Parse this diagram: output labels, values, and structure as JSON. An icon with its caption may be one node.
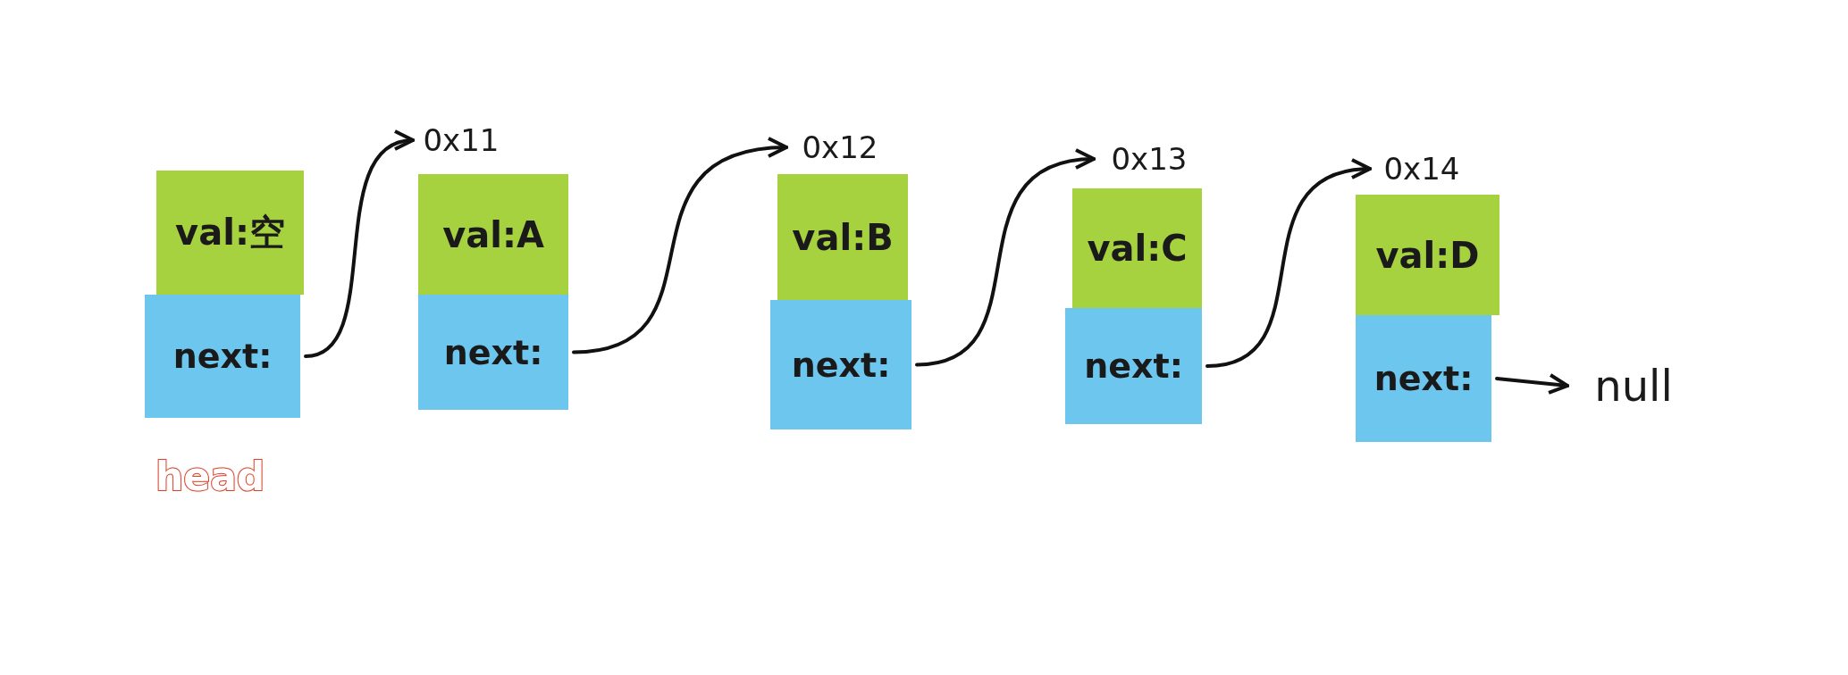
{
  "diagram": {
    "nodes": [
      {
        "text": [
          "val:空"
        ]
      },
      {
        "text": [
          "next:"
        ],
        "beside": [
          "head"
        ]
      },
      {
        "text": [
          "0x11"
        ]
      },
      {
        "text": [
          "val:A"
        ]
      },
      {
        "text": [
          "next:"
        ]
      },
      {
        "text": [
          "0x12"
        ]
      },
      {
        "text": [
          "val:B"
        ]
      },
      {
        "text": [
          "next:"
        ]
      },
      {
        "text": [
          "0x13"
        ]
      },
      {
        "text": [
          "val:C"
        ]
      },
      {
        "text": [
          "next:"
        ]
      },
      {
        "text": [
          "0x14"
        ]
      },
      {
        "text": [
          "val:D"
        ]
      },
      {
        "text": [
          "next:"
        ]
      },
      {
        "text": [
          "null"
        ]
      }
    ],
    "edges": [
      {
        "from": 1,
        "to": 2,
        "arrow": "to"
      },
      {
        "from": 4,
        "to": 5,
        "arrow": "to"
      },
      {
        "from": 7,
        "to": 8,
        "arrow": "to"
      },
      {
        "from": 10,
        "to": 11,
        "arrow": "to"
      },
      {
        "from": 13,
        "to": 14,
        "arrow": "to"
      }
    ]
  }
}
